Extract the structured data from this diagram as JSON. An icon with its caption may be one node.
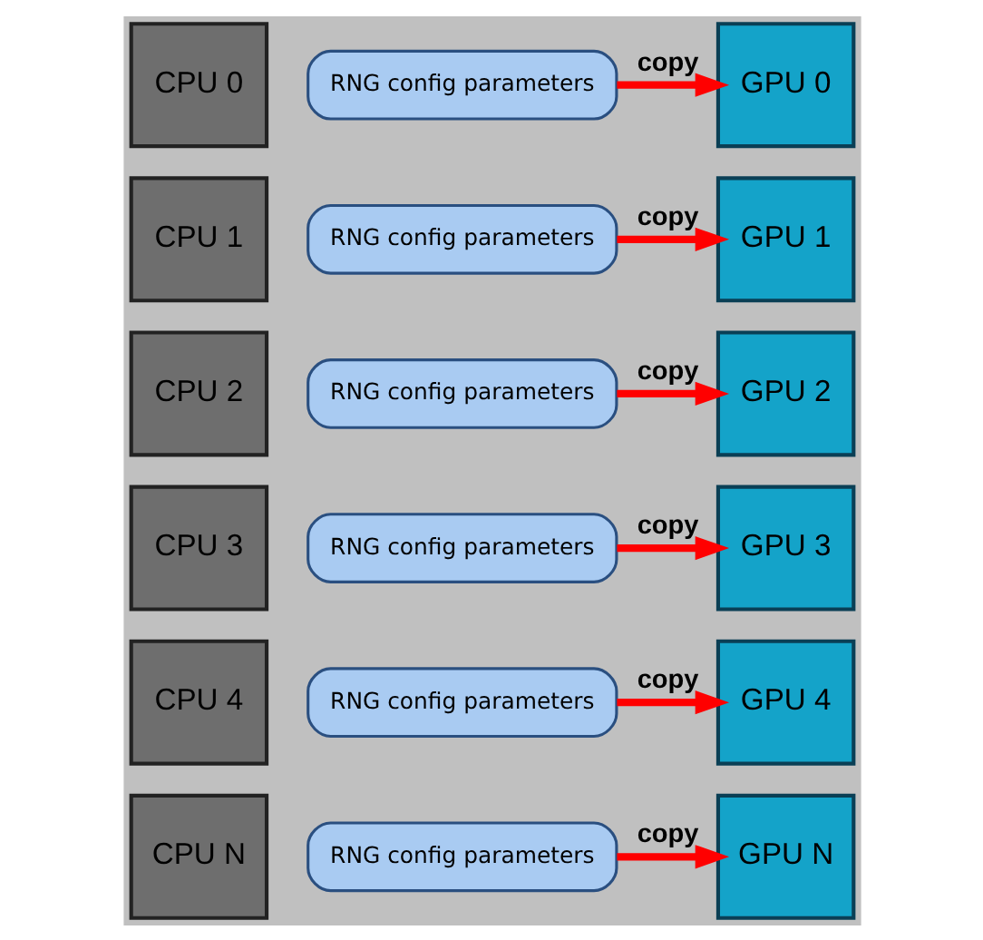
{
  "diagram": {
    "nodes": [
      {
        "text": [
          "CPU 0"
        ]
      },
      {
        "text": [
          "RNG config parameters"
        ]
      },
      {
        "text": [
          "GPU 0"
        ]
      },
      {
        "text": [
          "CPU 1"
        ]
      },
      {
        "text": [
          "RNG config parameters"
        ]
      },
      {
        "text": [
          "GPU 1"
        ]
      },
      {
        "text": [
          "CPU 2"
        ]
      },
      {
        "text": [
          "RNG config parameters"
        ]
      },
      {
        "text": [
          "GPU 2"
        ]
      },
      {
        "text": [
          "CPU 3"
        ]
      },
      {
        "text": [
          "RNG config parameters"
        ]
      },
      {
        "text": [
          "GPU 3"
        ]
      },
      {
        "text": [
          "CPU 4"
        ]
      },
      {
        "text": [
          "RNG config parameters"
        ]
      },
      {
        "text": [
          "GPU 4"
        ]
      },
      {
        "text": [
          "CPU N"
        ]
      },
      {
        "text": [
          "RNG config parameters"
        ]
      },
      {
        "text": [
          "GPU N"
        ]
      }
    ],
    "edges": [
      {
        "from": 1,
        "to": 2,
        "arrow": "to",
        "label": "copy"
      },
      {
        "from": 4,
        "to": 5,
        "arrow": "to",
        "label": "copy"
      },
      {
        "from": 7,
        "to": 8,
        "arrow": "to",
        "label": "copy"
      },
      {
        "from": 10,
        "to": 11,
        "arrow": "to",
        "label": "copy"
      },
      {
        "from": 13,
        "to": 14,
        "arrow": "to",
        "label": "copy"
      },
      {
        "from": 16,
        "to": 17,
        "arrow": "to",
        "label": "copy"
      }
    ]
  }
}
